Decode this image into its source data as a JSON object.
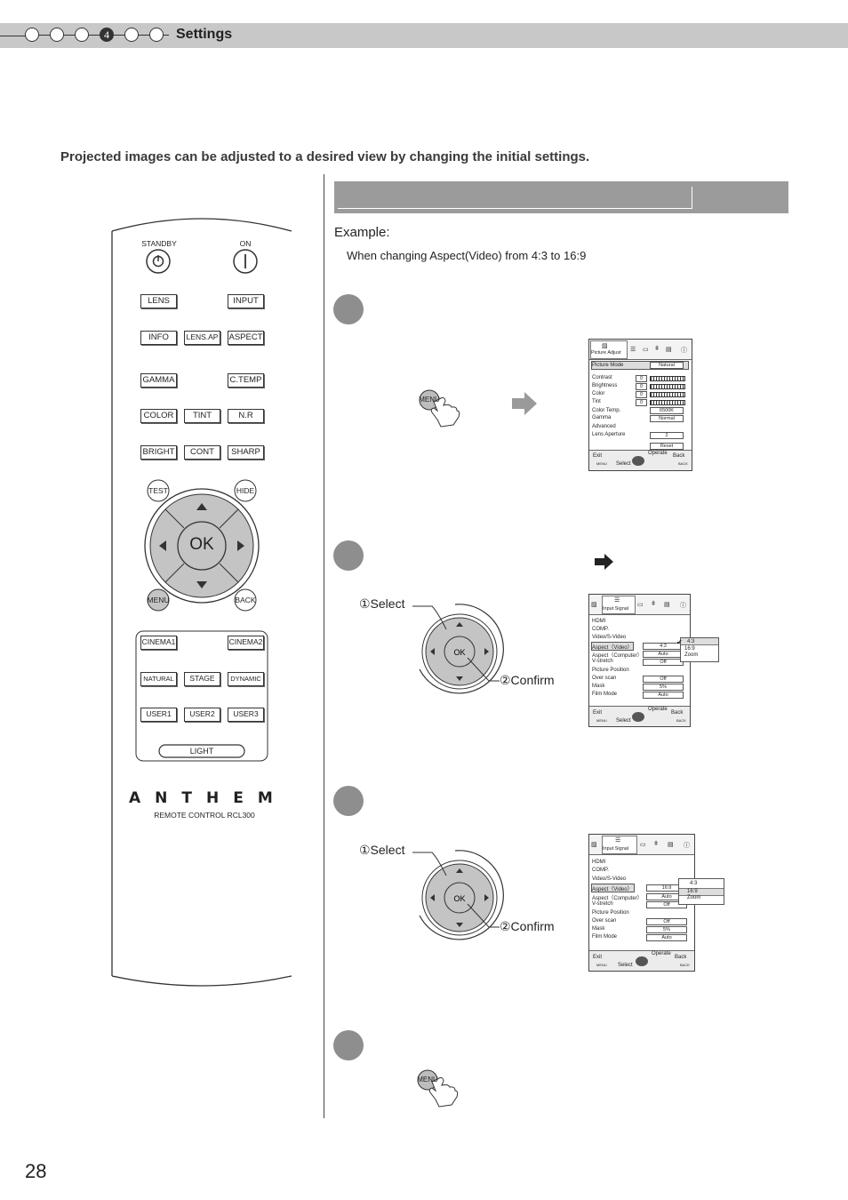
{
  "header": {
    "chapter_number": "4",
    "title": "Settings"
  },
  "intro": "Projected images can be adjusted to a desired view by changing the initial settings.",
  "example": {
    "label": "Example:",
    "description": "When changing Aspect(Video) from 4:3 to 16:9"
  },
  "step_labels": {
    "select": "①Select",
    "confirm": "②Confirm"
  },
  "page_number": "28",
  "remote": {
    "standby": "STANDBY",
    "on": "ON",
    "buttons_row1": [
      "LENS",
      "INPUT"
    ],
    "buttons_row2": [
      "INFO",
      "LENS.AP",
      "ASPECT"
    ],
    "buttons_row3": [
      "GAMMA",
      "C.TEMP"
    ],
    "buttons_row4": [
      "COLOR",
      "TINT",
      "N.R"
    ],
    "buttons_row5": [
      "BRIGHT",
      "CONT",
      "SHARP"
    ],
    "test": "TEST",
    "hide": "HIDE",
    "ok": "OK",
    "menu": "MENU",
    "back": "BACK",
    "modes_row1": [
      "CINEMA1",
      "CINEMA2"
    ],
    "modes_row2": [
      "NATURAL",
      "STAGE",
      "DYNAMIC"
    ],
    "modes_row3": [
      "USER1",
      "USER2",
      "USER3"
    ],
    "light": "LIGHT",
    "brand": "ANTHEM",
    "model": "REMOTE CONTROL RCL300"
  },
  "menu_button_label": "MENU",
  "osd1": {
    "tab": "Picture Adjust",
    "rows": [
      "Picture Mode",
      "Contrast",
      "Brightness",
      "Color",
      "Tint",
      "Color Temp.",
      "Gamma",
      "Advanced",
      "Lens Aperture"
    ],
    "picture_mode_value": "Natural",
    "slider_values": [
      "0",
      "0",
      "0",
      "0"
    ],
    "color_temp_value": "6500K",
    "gamma_value": "Normal",
    "lens_aperture_value": "2",
    "reset": "Reset",
    "footer": {
      "exit": "Exit",
      "exit_key": "MENU",
      "select": "Select",
      "operate": "Operate",
      "back": "Back",
      "back_key": "BACK"
    }
  },
  "osd2": {
    "tab": "Input Signal",
    "rows": [
      "HDMI",
      "COMP.",
      "Video/S-Video",
      "Aspect（Video）",
      "Aspect（Computer）",
      "V-stretch",
      "Picture Position",
      "Over scan",
      "Mask",
      "Film Mode"
    ],
    "values": {
      "aspect_video": "4:3",
      "aspect_computer": "Auto",
      "v_stretch": "Off",
      "over_scan": "Off",
      "mask": "5%",
      "film_mode": "Auto"
    },
    "popup": [
      "4:3",
      "16:9",
      "Zoom"
    ],
    "footer": {
      "exit": "Exit",
      "exit_key": "MENU",
      "select": "Select",
      "operate": "Operate",
      "back": "Back",
      "back_key": "BACK"
    }
  },
  "osd3": {
    "tab": "Input Signal",
    "rows": [
      "HDMI",
      "COMP.",
      "Video/S-Video",
      "Aspect（Video）",
      "Aspect（Computer）",
      "V-stretch",
      "Picture Position",
      "Over scan",
      "Mask",
      "Film Mode"
    ],
    "values": {
      "aspect_video": "16:9",
      "aspect_computer": "Auto",
      "v_stretch": "Off",
      "over_scan": "Off",
      "mask": "5%",
      "film_mode": "Auto"
    },
    "popup": [
      "4:3",
      "16:9",
      "Zoom"
    ],
    "footer": {
      "exit": "Exit",
      "exit_key": "MENU",
      "select": "Select",
      "operate": "Operate",
      "back": "Back",
      "back_key": "BACK"
    }
  }
}
